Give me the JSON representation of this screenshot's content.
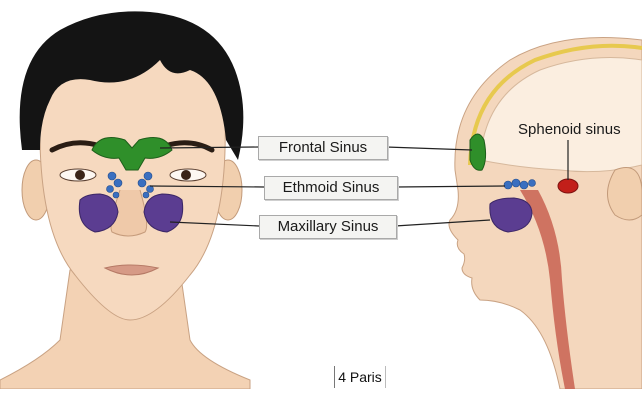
{
  "labels": {
    "frontal": "Frontal Sinus",
    "ethmoid": "Ethmoid Sinus",
    "maxillary": "Maxillary Sinus",
    "sphenoid": "Sphenoid sinus"
  },
  "credit": "4 Paris",
  "colors": {
    "frontal_sinus": "#2f8f2a",
    "ethmoid_sinus": "#3a6fc0",
    "maxillary_sinus": "#5b3d91",
    "sphenoid_sinus": "#c21f1a",
    "skin": "#f6d8bd",
    "hair": "#161616"
  }
}
